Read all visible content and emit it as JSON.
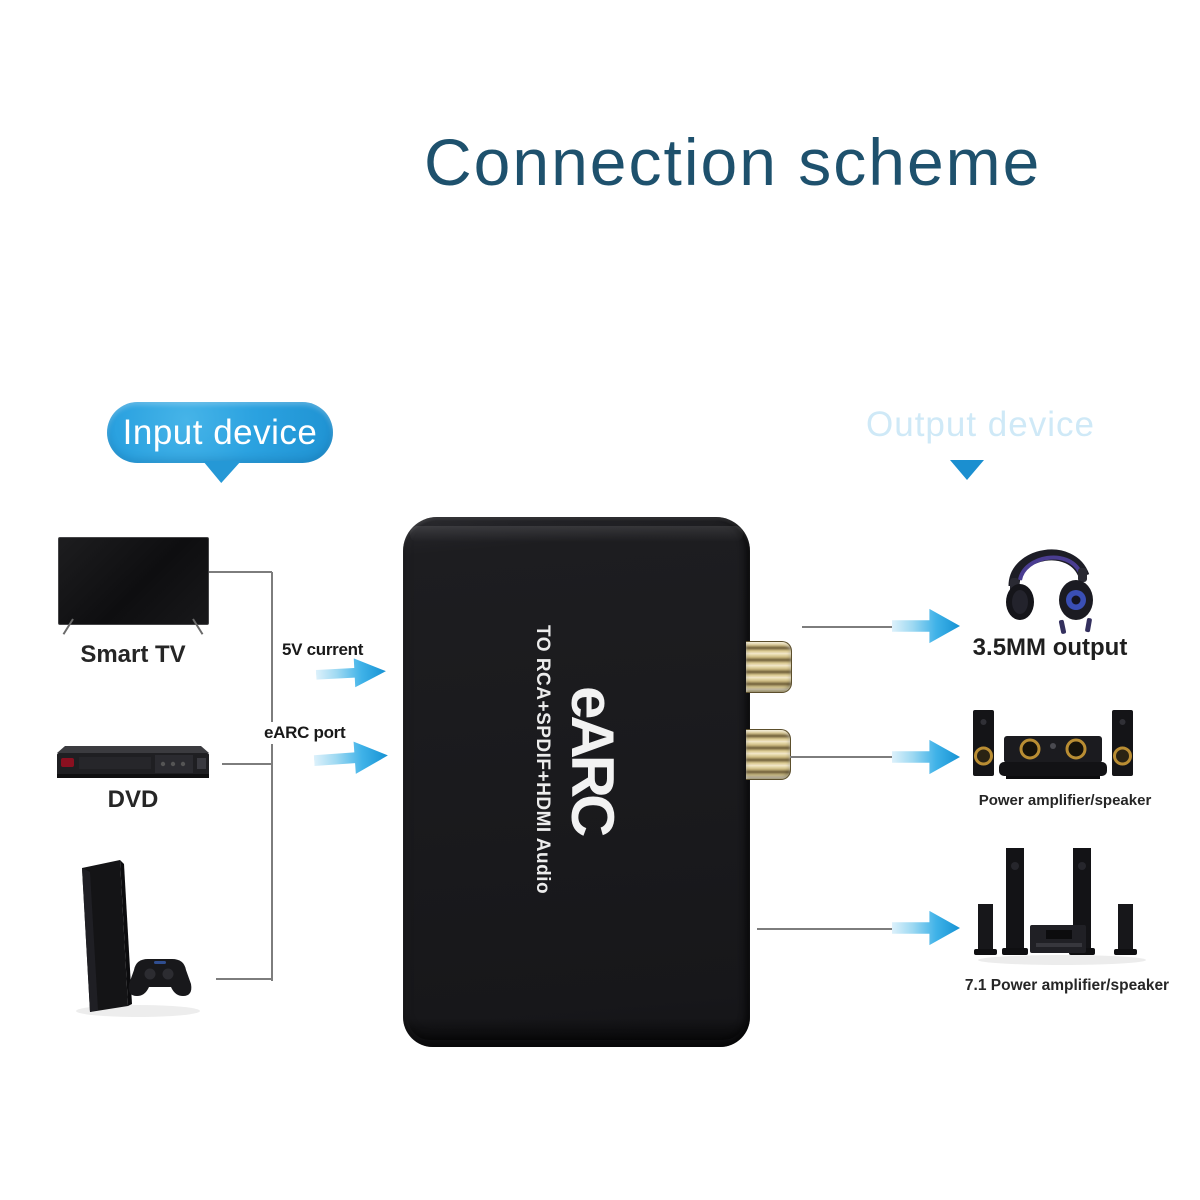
{
  "title": "Connection scheme",
  "input_section": {
    "bubble_label": "Input device",
    "wire_labels": [
      {
        "label": "5V current"
      },
      {
        "label": "eARC port"
      }
    ],
    "devices": [
      {
        "id": "smart-tv",
        "label": "Smart TV"
      },
      {
        "id": "dvd-player",
        "label": "DVD"
      },
      {
        "id": "ps4-console"
      }
    ]
  },
  "output_section": {
    "label": "Output device",
    "devices": [
      {
        "id": "headphones",
        "label": "3.5MM output"
      },
      {
        "id": "speaker-system",
        "label": "Power amplifier/speaker"
      },
      {
        "id": "home-theater",
        "label": "7.1 Power amplifier/speaker"
      }
    ]
  },
  "converter": {
    "brand": "eARC",
    "subtitle": "TO RCA+SPDIF+HDMI Audio"
  },
  "colors": {
    "title_text": "#1e516d",
    "bubble_blue": "#2ba2e0",
    "arrow_cyan": "#1692d3",
    "output_label_blue": "#cfe9f7",
    "pointer_triangle": "#1b8fd0",
    "device_body": "#1a1a1d",
    "rca_gold": "#cdbb82"
  }
}
